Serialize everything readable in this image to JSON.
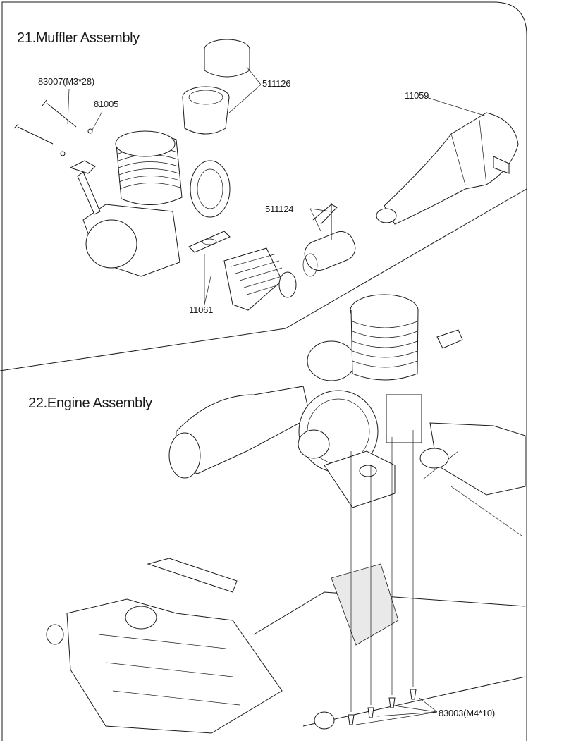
{
  "sections": [
    {
      "heading": "21.Muffler Assembly"
    },
    {
      "heading": "22.Engine Assembly"
    }
  ],
  "part_labels": {
    "screw_m3": "83007(M3*28)",
    "washer": "81005",
    "silencer_tip": "511126",
    "muffler": "11059",
    "coupler": "511124",
    "gasket": "11061",
    "screw_m4": "83003(M4*10)"
  }
}
